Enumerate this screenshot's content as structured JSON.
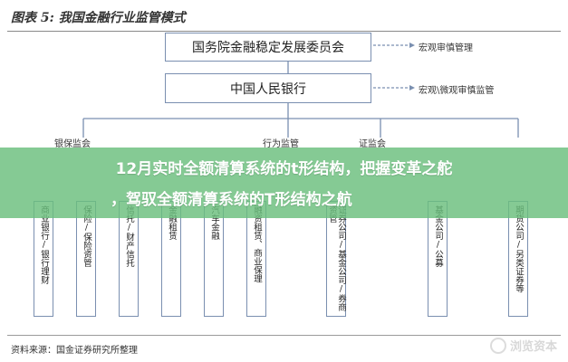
{
  "title": "图表 5:  我国金融行业监管模式",
  "top_boxes": [
    {
      "label": "国务院金融稳定发展委员会",
      "note": "宏观审慎管理"
    },
    {
      "label": "中国人民银行",
      "note": "宏观\\微观审慎监管"
    }
  ],
  "mid_labels": [
    "银保监会",
    "行为监管",
    "证监会"
  ],
  "columns": [
    "商业银行/银行理财",
    "保险/保险资管",
    "信托/财产信托",
    "金融租赁",
    "汽车金融",
    "融资租赁、商业保理",
    "证券公司/基金公司/券商资管",
    "基金公司/公募",
    "期货公司/另类证券等"
  ],
  "banner": {
    "line1": "12月实时全额清算系统的t形结构，把握变革之舵",
    "line2": "，驾驭全额清算系统的T形结构之航"
  },
  "source": "资料来源：国金证券研究所整理",
  "watermark": "浏览资本"
}
